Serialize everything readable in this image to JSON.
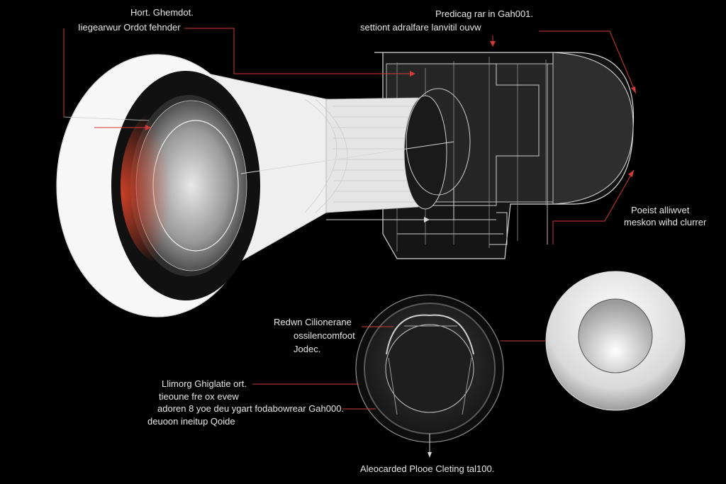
{
  "colors": {
    "background": "#000000",
    "leader": "#d23a3a",
    "stroke": "#d8d8d8",
    "body_fill": "#f2f2f2",
    "dark_fill": "#2b2b2b",
    "lens_glow": "#e0462a"
  },
  "labels": {
    "top_left_1": "Hort. Ghemdot.",
    "top_left_2": "Iiegearwur Ordot fehnder",
    "top_center_1": "Predicag rar in Gah001.",
    "top_center_2": "settiont adralfare lanvitil ouvw",
    "right_1": "Poeist alliwvet",
    "right_2": "meskon wihd clurrer",
    "mid_1": "Redwn Cilionerane",
    "mid_2": "ossilencomfoot",
    "mid_3": "Jodec.",
    "low_1": "Llimorg Ghiglatie ort.",
    "low_2": "tieoune fre ox evew",
    "low_3": "adoren 8 yoe deu ygart fodabowrear Gah000.",
    "low_4": "deuoon ineitup Qoide",
    "bottom": "Aleocarded Plooe Cleting tal100."
  },
  "icons": [
    "camera-lens-barrel",
    "housing-box",
    "lens-aperture-circle",
    "lens-glass-circle"
  ]
}
